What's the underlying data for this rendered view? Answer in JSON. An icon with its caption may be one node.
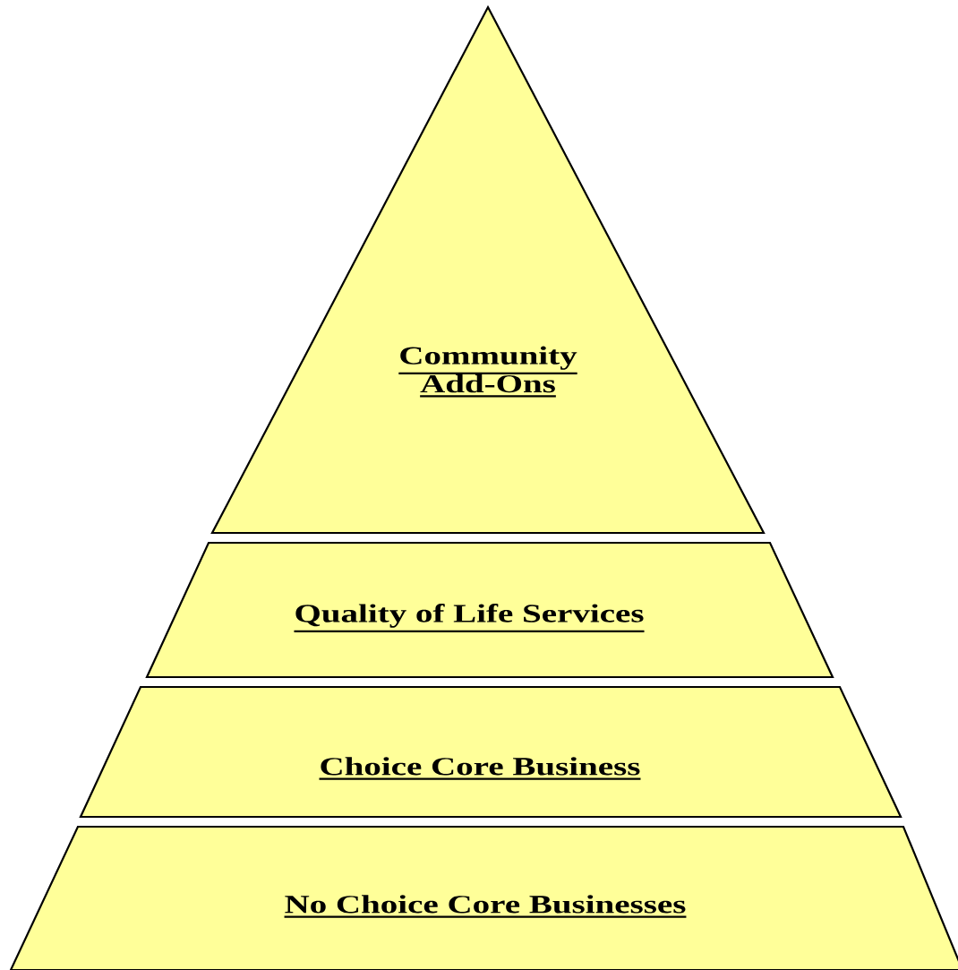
{
  "diagram": {
    "nodes": [
      {
        "text": [
          "Community Add-Ons"
        ]
      },
      {
        "text": [
          "Quality of Life Services"
        ]
      },
      {
        "text": [
          "Choice Core Business"
        ]
      },
      {
        "text": [
          "No Choice Core Businesses"
        ]
      }
    ]
  }
}
